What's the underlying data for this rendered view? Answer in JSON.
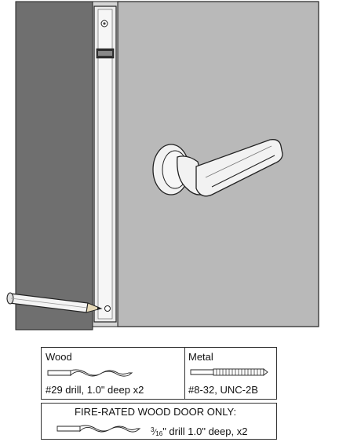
{
  "table": {
    "wood": {
      "header": "Wood",
      "spec": "#29 drill, 1.0\" deep x2"
    },
    "metal": {
      "header": "Metal",
      "spec": "#8-32, UNC-2B"
    },
    "fire_rated": {
      "header": "FIRE-RATED WOOD DOOR ONLY:",
      "spec_fraction_num": "3",
      "spec_fraction_den": "16",
      "spec_rest": "\" drill 1.0\" deep, x2"
    }
  },
  "colors": {
    "wall": "#6f6f6f",
    "door": "#b9b9b9",
    "plate": "#e9e9e9",
    "outline": "#222222",
    "lever": "#f2f2f2"
  }
}
